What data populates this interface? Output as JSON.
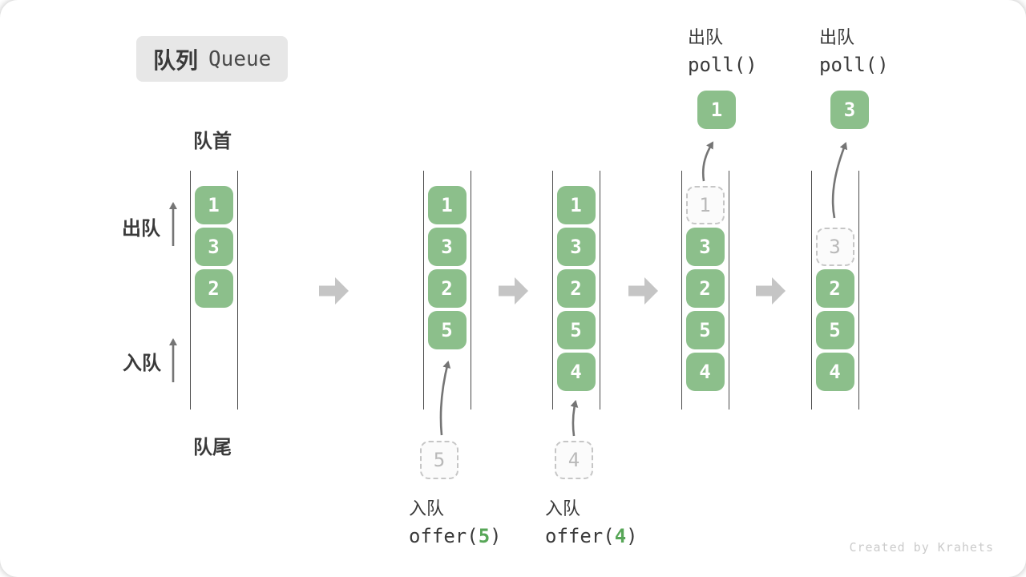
{
  "title": {
    "zh": "队列",
    "en": "Queue"
  },
  "labels": {
    "head": "队首",
    "tail": "队尾",
    "dequeue_side": "出队",
    "enqueue_side": "入队"
  },
  "columns": [
    {
      "cells": [
        "1",
        "3",
        "2"
      ]
    },
    {
      "cells": [
        "1",
        "3",
        "2",
        "5"
      ]
    },
    {
      "cells": [
        "1",
        "3",
        "2",
        "5",
        "4"
      ]
    },
    {
      "ghost": "1",
      "cells": [
        "3",
        "2",
        "5",
        "4"
      ]
    },
    {
      "ghost": "3",
      "cells": [
        "2",
        "5",
        "4"
      ]
    }
  ],
  "operations": {
    "offer1": {
      "label": "入队",
      "code_prefix": "offer(",
      "arg": "5",
      "code_suffix": ")",
      "ghost_value": "5"
    },
    "offer2": {
      "label": "入队",
      "code_prefix": "offer(",
      "arg": "4",
      "code_suffix": ")",
      "ghost_value": "4"
    },
    "poll1": {
      "label": "出队",
      "code": "poll()",
      "value": "1"
    },
    "poll2": {
      "label": "出队",
      "code": "poll()",
      "value": "3"
    }
  },
  "watermark": "Created by Krahets",
  "colors": {
    "cell_green": "#8cbf8b",
    "code_arg_green": "#57a657",
    "block_arrow_gray": "#c5c5c5",
    "thin_arrow_gray": "#757575",
    "badge_gray": "#e7e7e7",
    "ghost_border_gray": "#c6c6c6",
    "text_dark": "#3a3a3a"
  }
}
